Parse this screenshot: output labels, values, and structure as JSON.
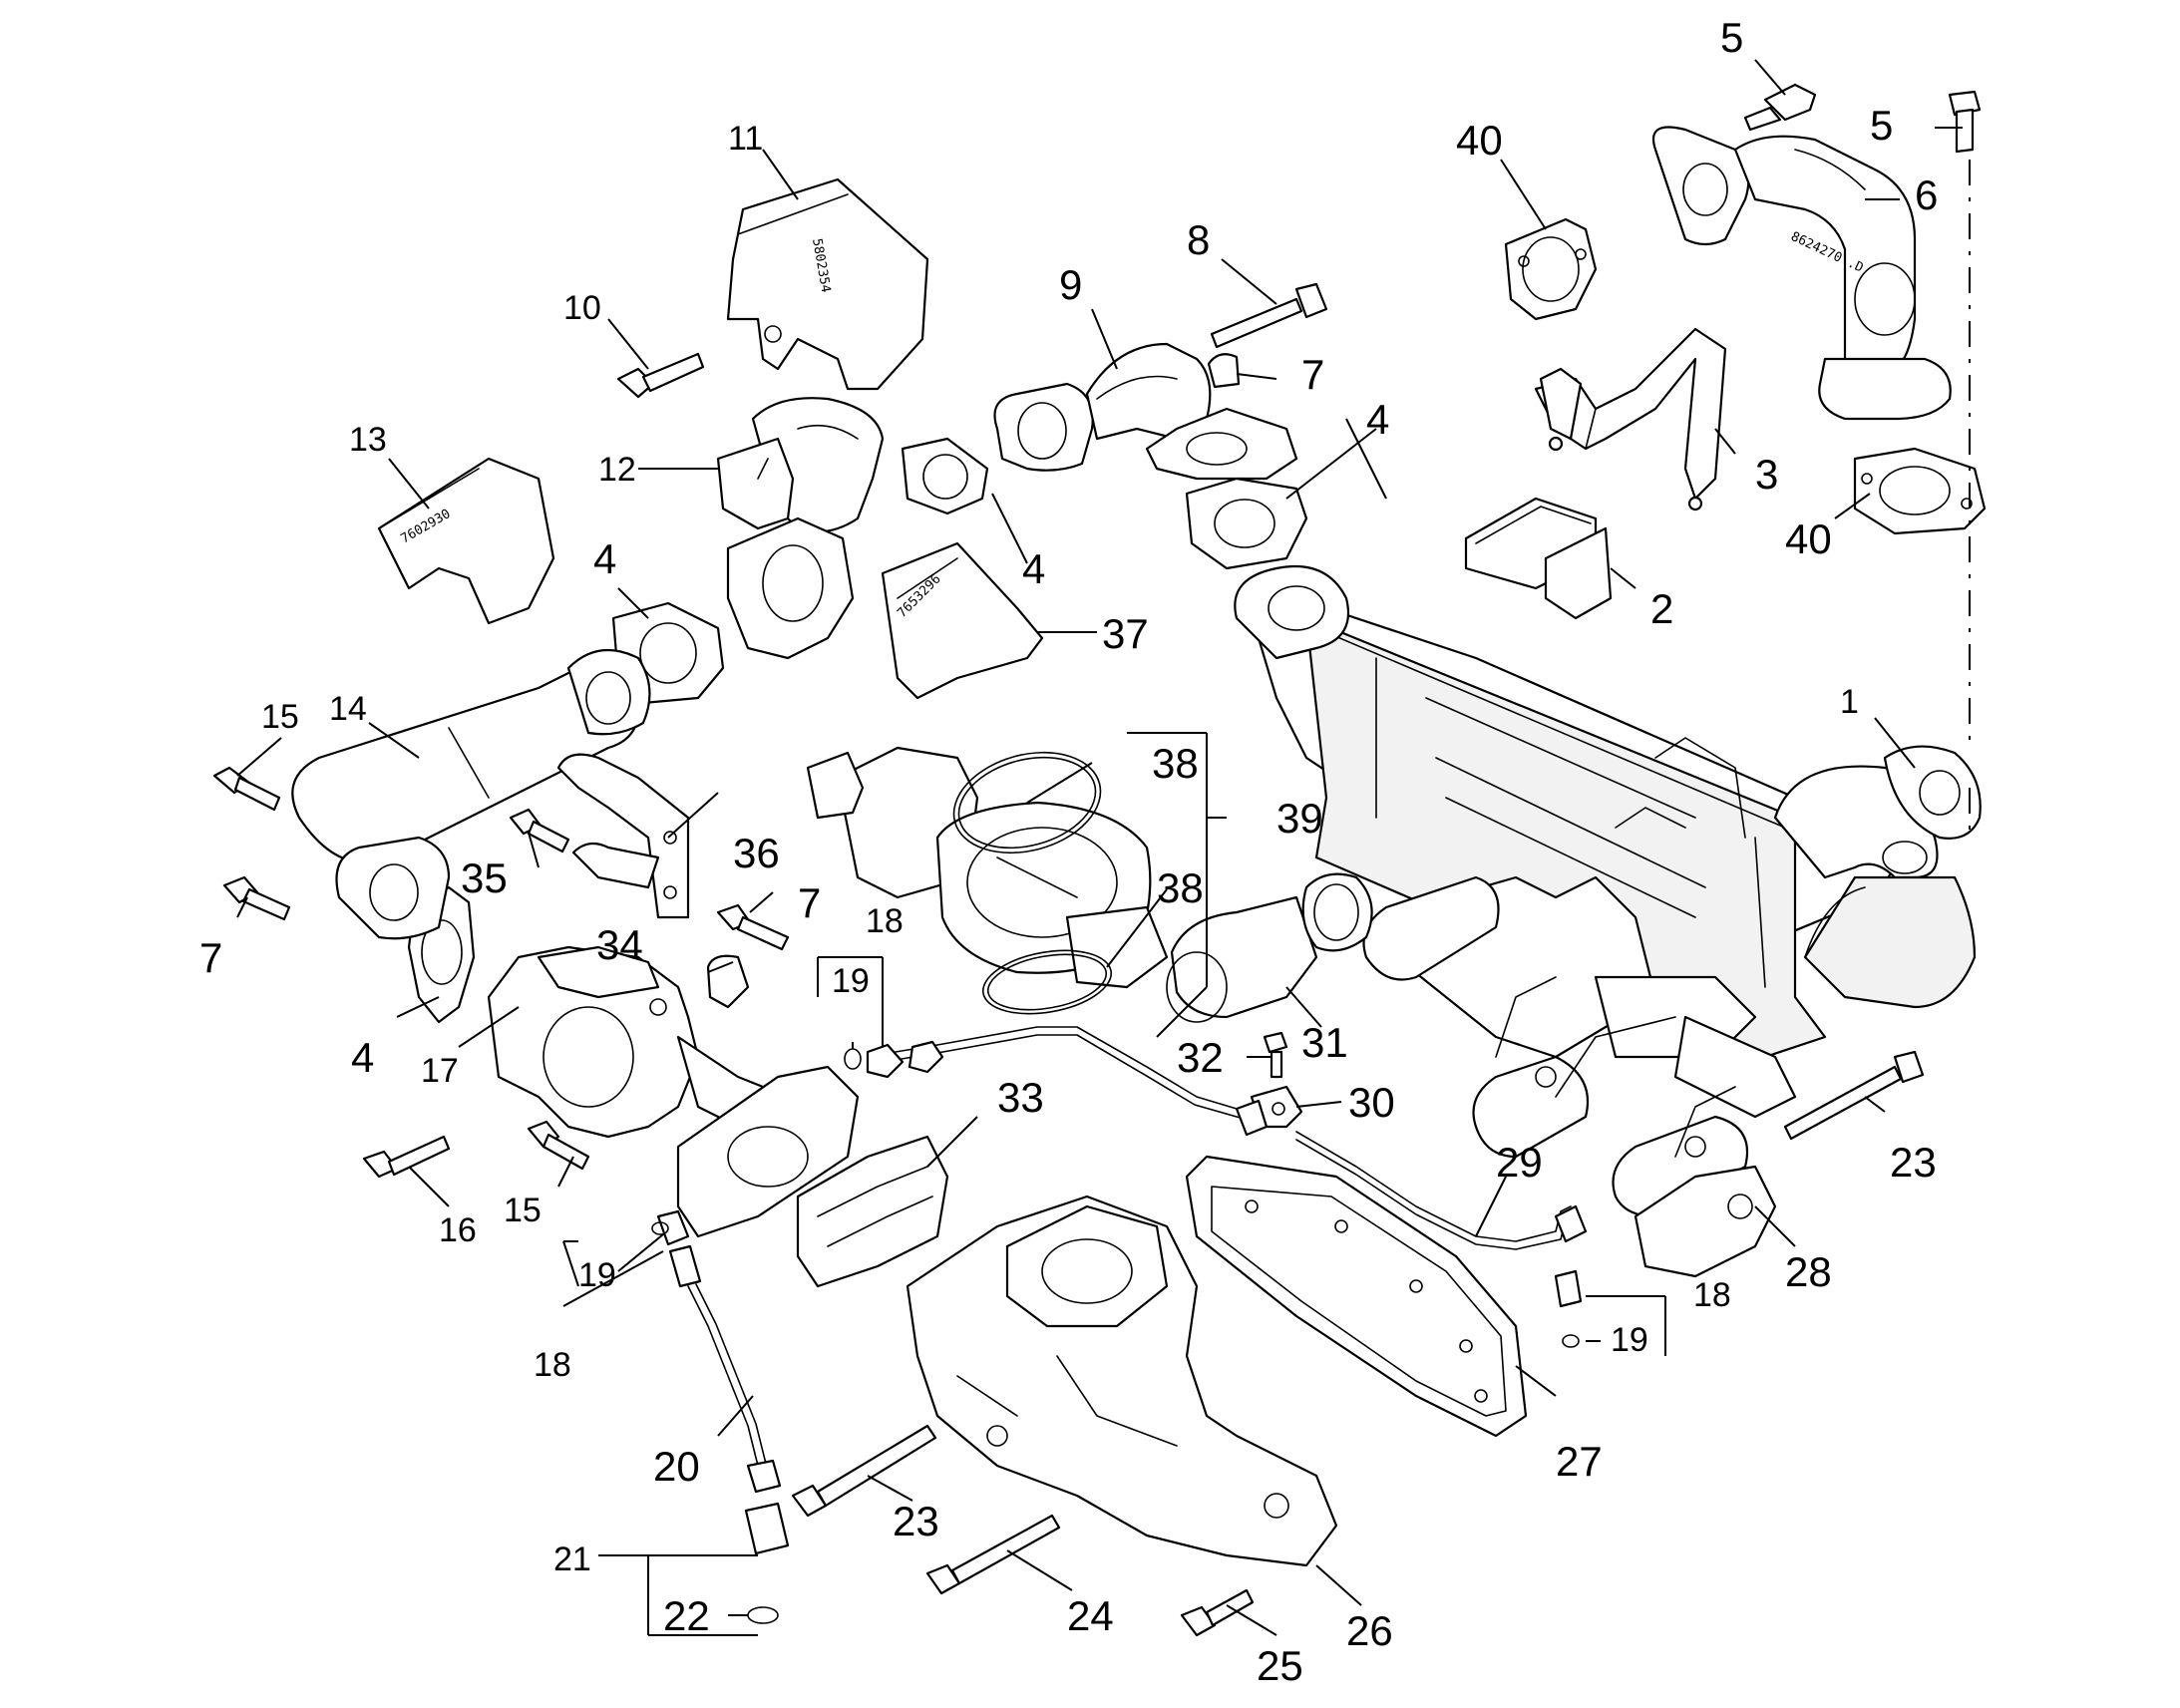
{
  "diagram": {
    "callouts": {
      "c1": "1",
      "c2": "2",
      "c3": "3",
      "c4a": "4",
      "c4b": "4",
      "c4c": "4",
      "c4d": "4",
      "c5a": "5",
      "c5b": "5",
      "c6": "6",
      "c7a": "7",
      "c7b": "7",
      "c7c": "7",
      "c8": "8",
      "c9": "9",
      "c10": "10",
      "c11": "11",
      "c12": "12",
      "c13": "13",
      "c14": "14",
      "c15a": "15",
      "c15b": "15",
      "c16": "16",
      "c17": "17",
      "c18a": "18",
      "c18b": "18",
      "c18c": "18",
      "c19a": "19",
      "c19b": "19",
      "c19c": "19",
      "c20": "20",
      "c21": "21",
      "c22": "22",
      "c23a": "23",
      "c23b": "23",
      "c24": "24",
      "c25": "25",
      "c26": "26",
      "c27": "27",
      "c28": "28",
      "c29": "29",
      "c30": "30",
      "c31": "31",
      "c32": "32",
      "c33": "33",
      "c34": "34",
      "c35": "35",
      "c36": "36",
      "c37": "37",
      "c38a": "38",
      "c38b": "38",
      "c39": "39",
      "c40a": "40",
      "c40b": "40"
    },
    "stamps": {
      "s11": "5802354",
      "s13": "7602930",
      "s37": "7653296",
      "s6": "8624270 .D"
    }
  }
}
